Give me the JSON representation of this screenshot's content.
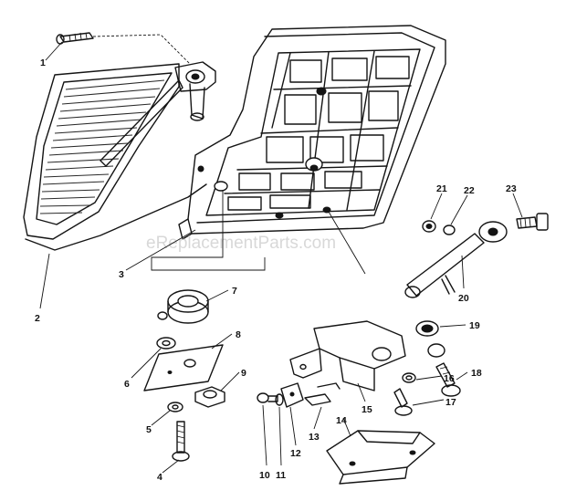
{
  "watermark": "eReplacementParts.com",
  "parts": [
    {
      "number": "1"
    },
    {
      "number": "2"
    },
    {
      "number": "3"
    },
    {
      "number": "4"
    },
    {
      "number": "5"
    },
    {
      "number": "6"
    },
    {
      "number": "7"
    },
    {
      "number": "8"
    },
    {
      "number": "9"
    },
    {
      "number": "10"
    },
    {
      "number": "11"
    },
    {
      "number": "12"
    },
    {
      "number": "13"
    },
    {
      "number": "14"
    },
    {
      "number": "15"
    },
    {
      "number": "16"
    },
    {
      "number": "17"
    },
    {
      "number": "18"
    },
    {
      "number": "19"
    },
    {
      "number": "20"
    },
    {
      "number": "21"
    },
    {
      "number": "22"
    },
    {
      "number": "23"
    }
  ]
}
